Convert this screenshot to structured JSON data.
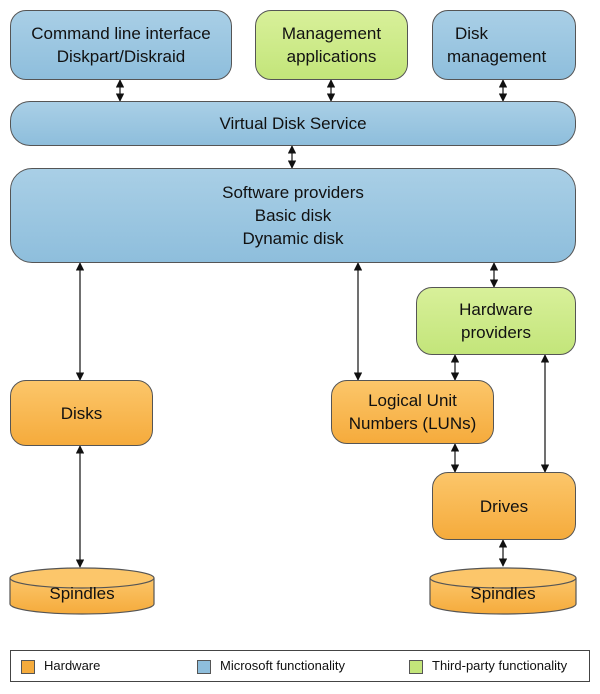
{
  "colors": {
    "hardware": "#f5ab3c",
    "microsoft": "#8ebedc",
    "third_party": "#c3e57a"
  },
  "boxes": {
    "cli": [
      "Command line interface",
      "Diskpart/Diskraid"
    ],
    "management_apps": [
      "Management",
      "applications"
    ],
    "disk_management": [
      "Disk",
      "management"
    ],
    "vds": [
      "Virtual Disk Service"
    ],
    "software_providers": [
      "Software providers",
      "Basic disk",
      "Dynamic disk"
    ],
    "hardware_providers": [
      "Hardware",
      "providers"
    ],
    "disks": [
      "Disks"
    ],
    "luns": [
      "Logical Unit",
      "Numbers (LUNs)"
    ],
    "drives": [
      "Drives"
    ],
    "spindles_left": [
      "Spindles"
    ],
    "spindles_right": [
      "Spindles"
    ]
  },
  "legend": {
    "hardware": "Hardware",
    "microsoft": "Microsoft functionality",
    "third_party": "Third-party functionality"
  }
}
